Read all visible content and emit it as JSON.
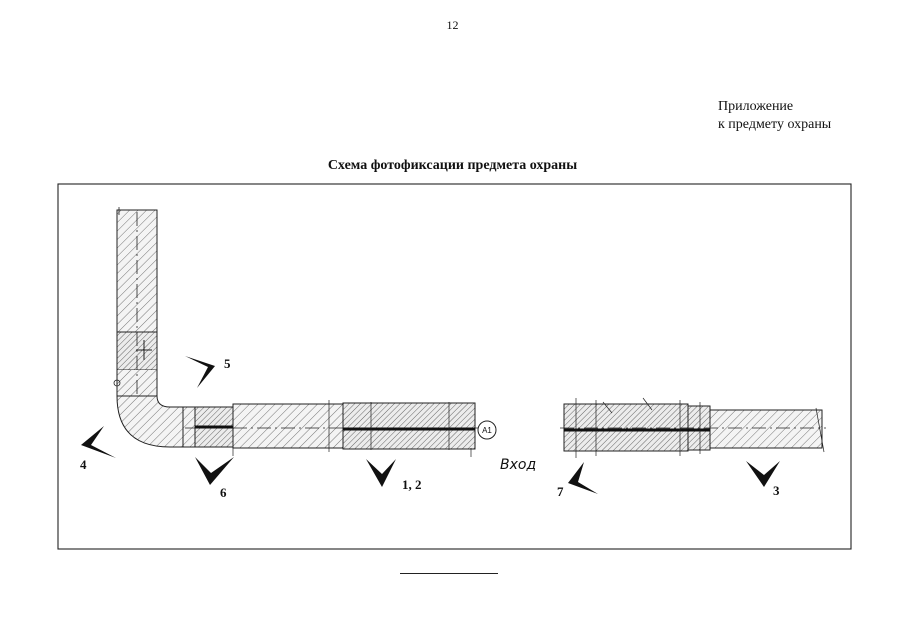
{
  "page_number": "12",
  "appendix": {
    "line1": "Приложение",
    "line2": "к предмету охраны"
  },
  "scheme_title": "Схема фотофиксации предмета охраны",
  "drawing": {
    "entry_label": "Вход",
    "section_mark": "A1",
    "viewpoints": [
      "1, 2",
      "3",
      "4",
      "5",
      "6",
      "7"
    ]
  }
}
